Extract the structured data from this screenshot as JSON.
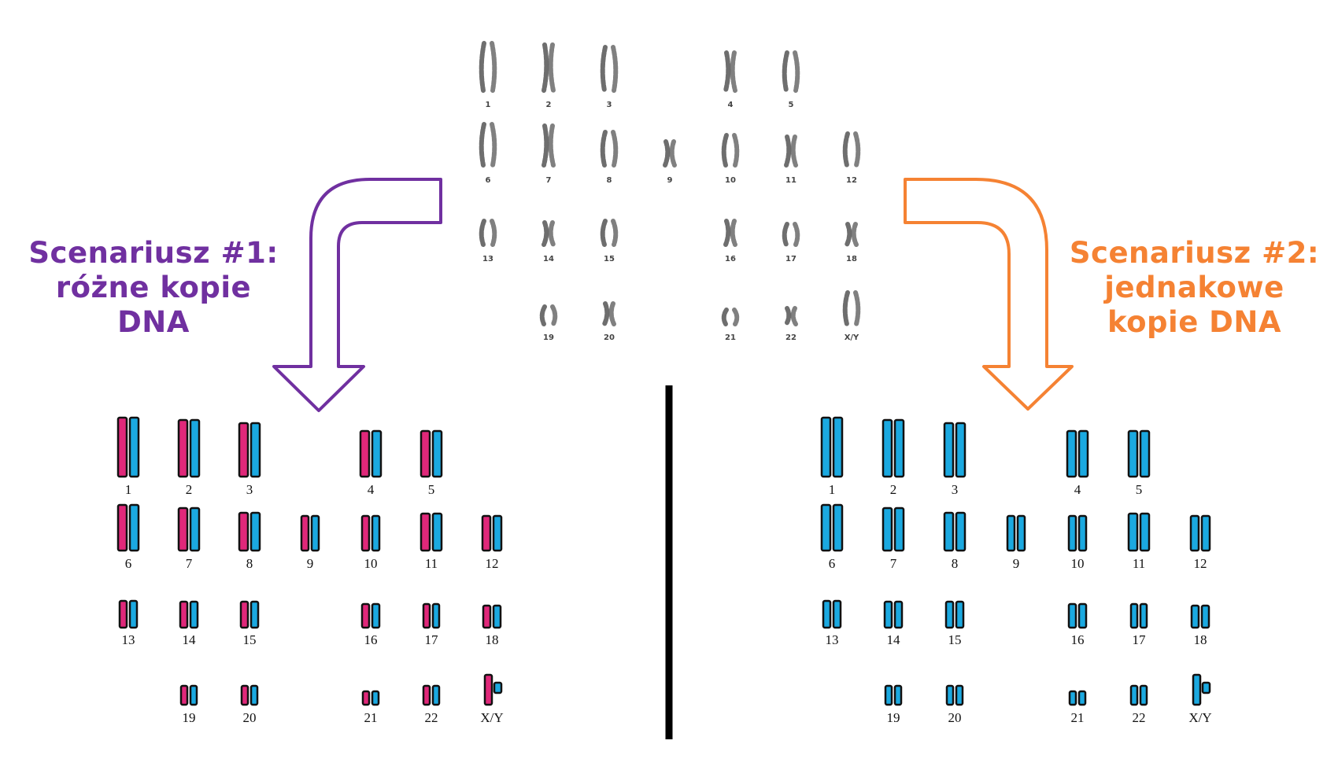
{
  "colors": {
    "purple": "#7030A0",
    "orange": "#F58233",
    "pink": "#E0287A",
    "blue": "#1BA9E0",
    "outline": "#111111",
    "gray": "#555555",
    "divider": "#000000"
  },
  "scenario_1": {
    "lines": [
      "Scenariusz #1:",
      "różne kopie",
      "DNA"
    ]
  },
  "scenario_2": {
    "lines": [
      "Scenariusz #2:",
      "jednakowe",
      "kopie DNA"
    ]
  },
  "karyotype_top": {
    "rows": [
      [
        "1",
        "2",
        "3",
        "4",
        "5"
      ],
      [
        "6",
        "7",
        "8",
        "9",
        "10",
        "11",
        "12"
      ],
      [
        "13",
        "14",
        "15",
        "16",
        "17",
        "18"
      ],
      [
        "19",
        "20",
        "21",
        "22",
        "X/Y"
      ]
    ]
  },
  "karyotype_left": {
    "rows": [
      [
        "1",
        "2",
        "3",
        "4",
        "5"
      ],
      [
        "6",
        "7",
        "8",
        "9",
        "10",
        "11",
        "12"
      ],
      [
        "13",
        "14",
        "15",
        "16",
        "17",
        "18"
      ],
      [
        "19",
        "20",
        "21",
        "22",
        "X/Y"
      ]
    ]
  },
  "karyotype_right": {
    "rows": [
      [
        "1",
        "2",
        "3",
        "4",
        "5"
      ],
      [
        "6",
        "7",
        "8",
        "9",
        "10",
        "11",
        "12"
      ],
      [
        "13",
        "14",
        "15",
        "16",
        "17",
        "18"
      ],
      [
        "19",
        "20",
        "21",
        "22",
        "X/Y"
      ]
    ]
  }
}
